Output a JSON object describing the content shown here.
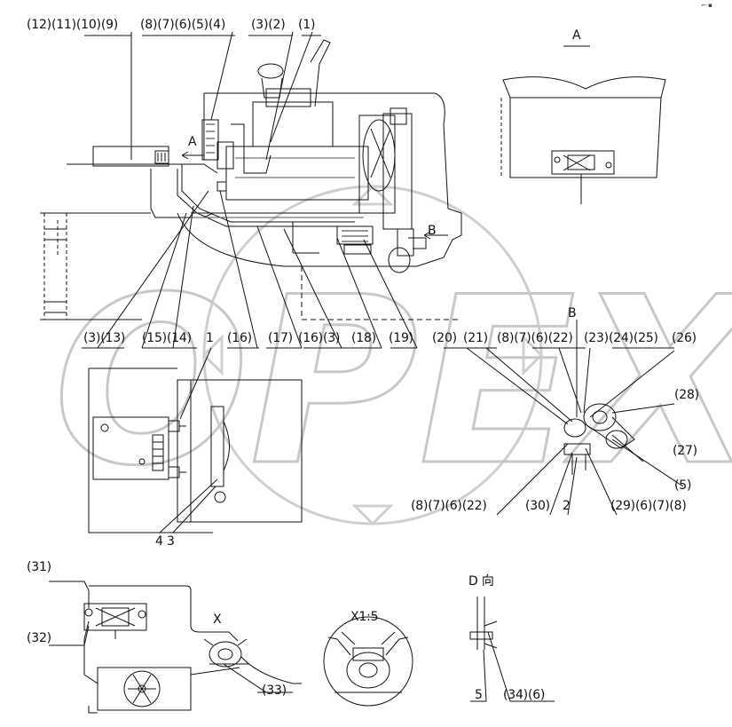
{
  "watermark": {
    "text": "OPEX",
    "color": "#c8c8c8"
  },
  "corner_mark": "⌐·▪",
  "labels": {
    "l12_9": "(12)(11)(10)(9)",
    "l8_4": "(8)(7)(6)(5)(4)",
    "l3_2": "(3)(2)",
    "l1": "(1)",
    "view_a_arrow": "A",
    "view_a_title": "A",
    "view_b_arrow": "B",
    "view_b_title": "B",
    "l3_13": "(3)(13)",
    "l15_14": "(15)(14)",
    "n1": "1",
    "l16a": "(16)",
    "l17": "(17)",
    "l16_3": "(16)(3)",
    "l18": "(18)",
    "l19": "(19)",
    "l20": "(20)",
    "l21": "(21)",
    "l8_22a": "(8)(7)(6)(22)",
    "l23_25": "(23)(24)(25)",
    "l26": "(26)",
    "l28": "(28)",
    "l27": "(27)",
    "l5a": "(5)",
    "l8_22b": "(8)(7)(6)(22)",
    "l30": "(30)",
    "n2": "2",
    "l29_8": "(29)(6)(7)(8)",
    "n43": "4 3",
    "l31": "(31)",
    "l32": "(32)",
    "x_label": "X",
    "l33": "(33)",
    "x15": "X1:5",
    "d_view": "D 向",
    "n5": "5",
    "l34_6": "(34)(6)"
  }
}
